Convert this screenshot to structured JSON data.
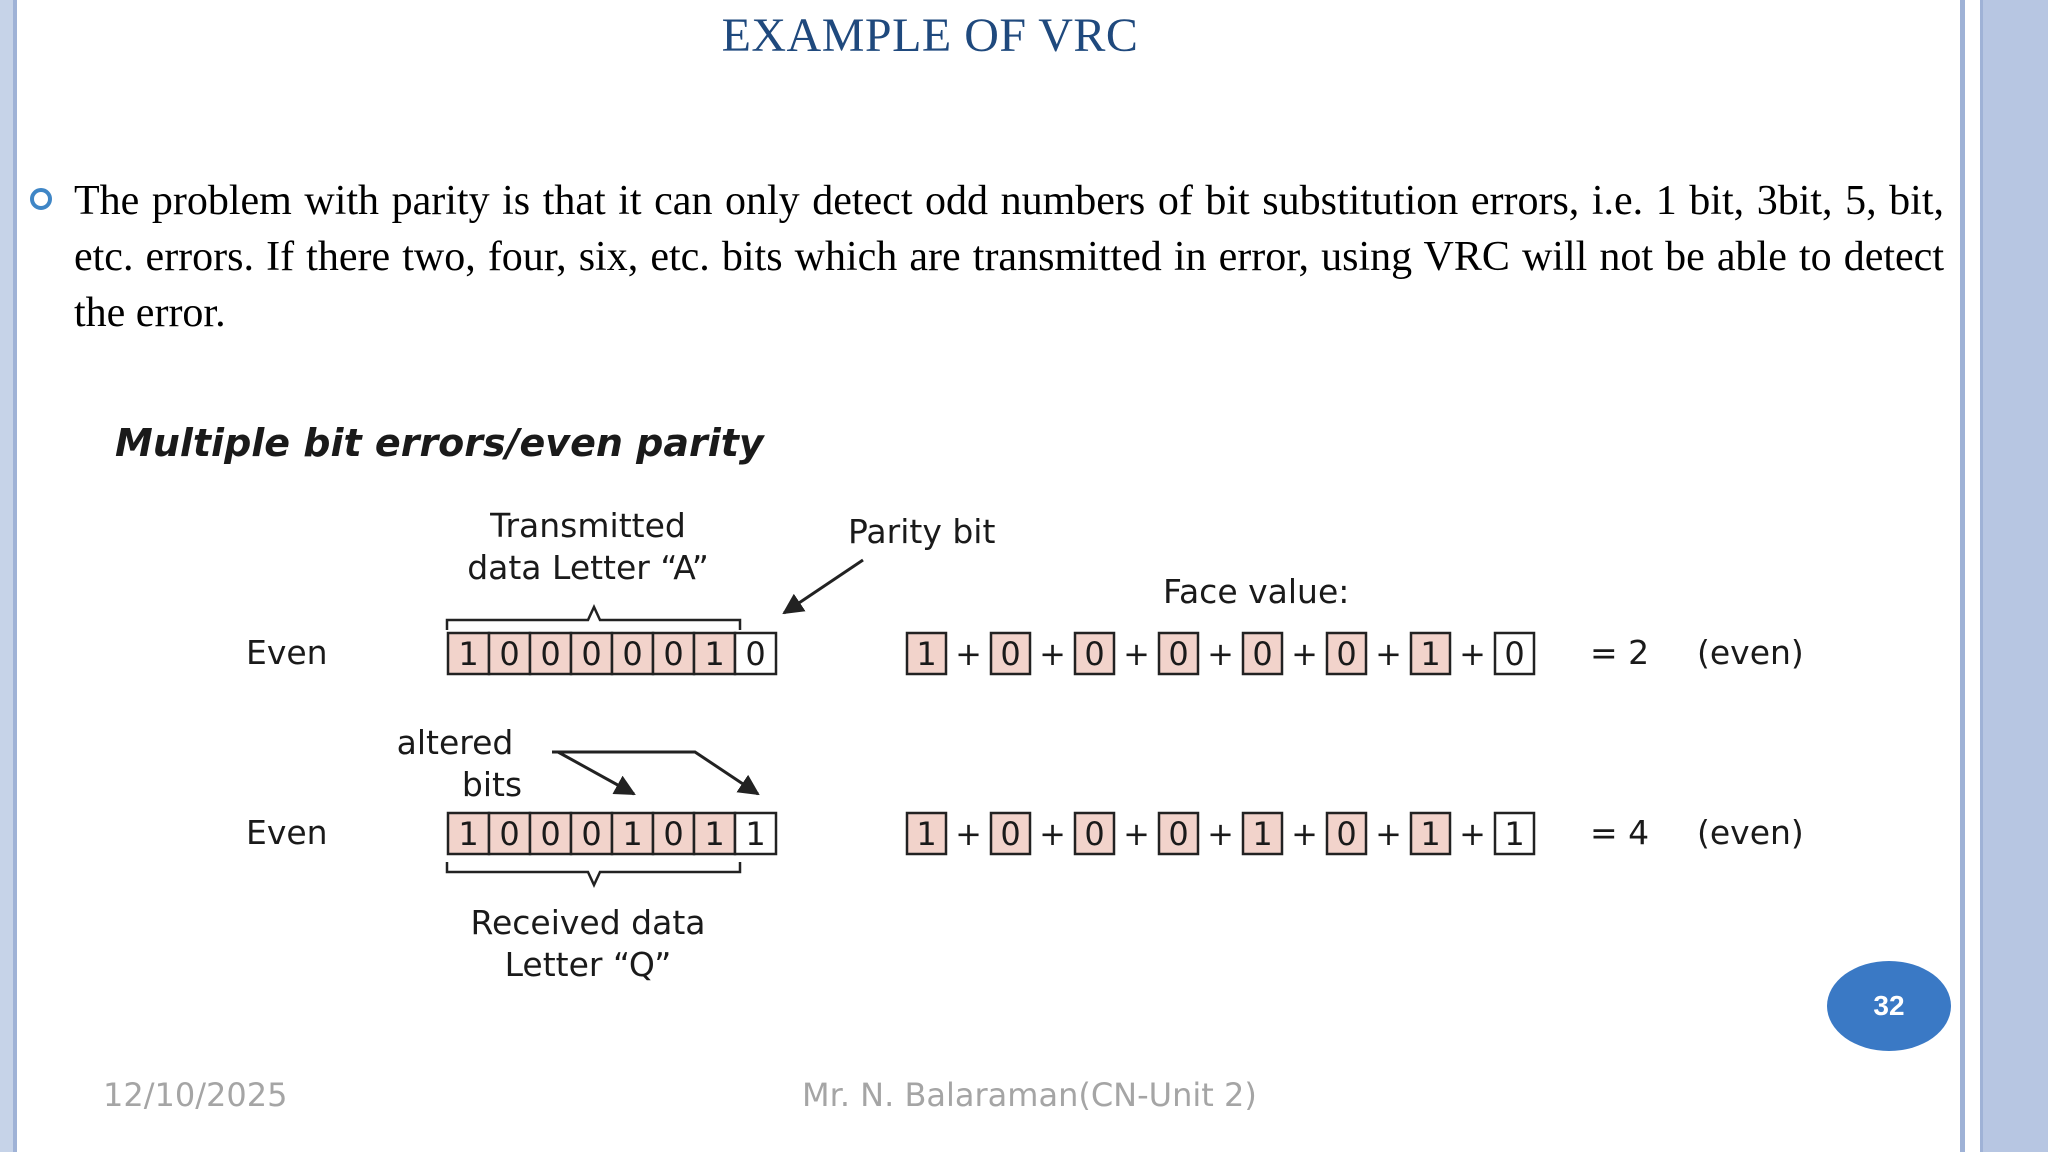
{
  "slide": {
    "title": "EXAMPLE OF  VRC",
    "bullet_text": "The problem with parity is that it can only detect odd numbers of bit  substitution errors, i.e. 1 bit, 3bit, 5, bit, etc. errors. If there two,  four, six, etc. bits which are transmitted in error, using VRC will not  be able to detect the error.",
    "page_number": "32",
    "footer_date": "12/10/2025",
    "footer_author": "Mr. N. Balaraman(CN-Unit 2)"
  },
  "figure": {
    "title": "Multiple bit errors/even parity",
    "transmitted_label_line1": "Transmitted",
    "transmitted_label_line2": "data Letter “A”",
    "parity_bit_label": "Parity bit",
    "face_value_label": "Face value:",
    "altered_label_line1": "altered",
    "altered_label_line2": "bits",
    "received_label_line1": "Received data",
    "received_label_line2": "Letter “Q”",
    "rows": [
      {
        "parity_label": "Even",
        "data_bits": [
          "1",
          "0",
          "0",
          "0",
          "0",
          "0",
          "1"
        ],
        "parity_bit": "0",
        "sum_text": "= 2",
        "result_text": "(even)"
      },
      {
        "parity_label": "Even",
        "data_bits": [
          "1",
          "0",
          "0",
          "0",
          "1",
          "0",
          "1"
        ],
        "parity_bit": "1",
        "sum_text": "= 4",
        "result_text": "(even)"
      }
    ],
    "colors": {
      "data_bit_fill": "#f2d3cb",
      "parity_bit_fill": "#ffffff",
      "stroke": "#222222"
    }
  }
}
